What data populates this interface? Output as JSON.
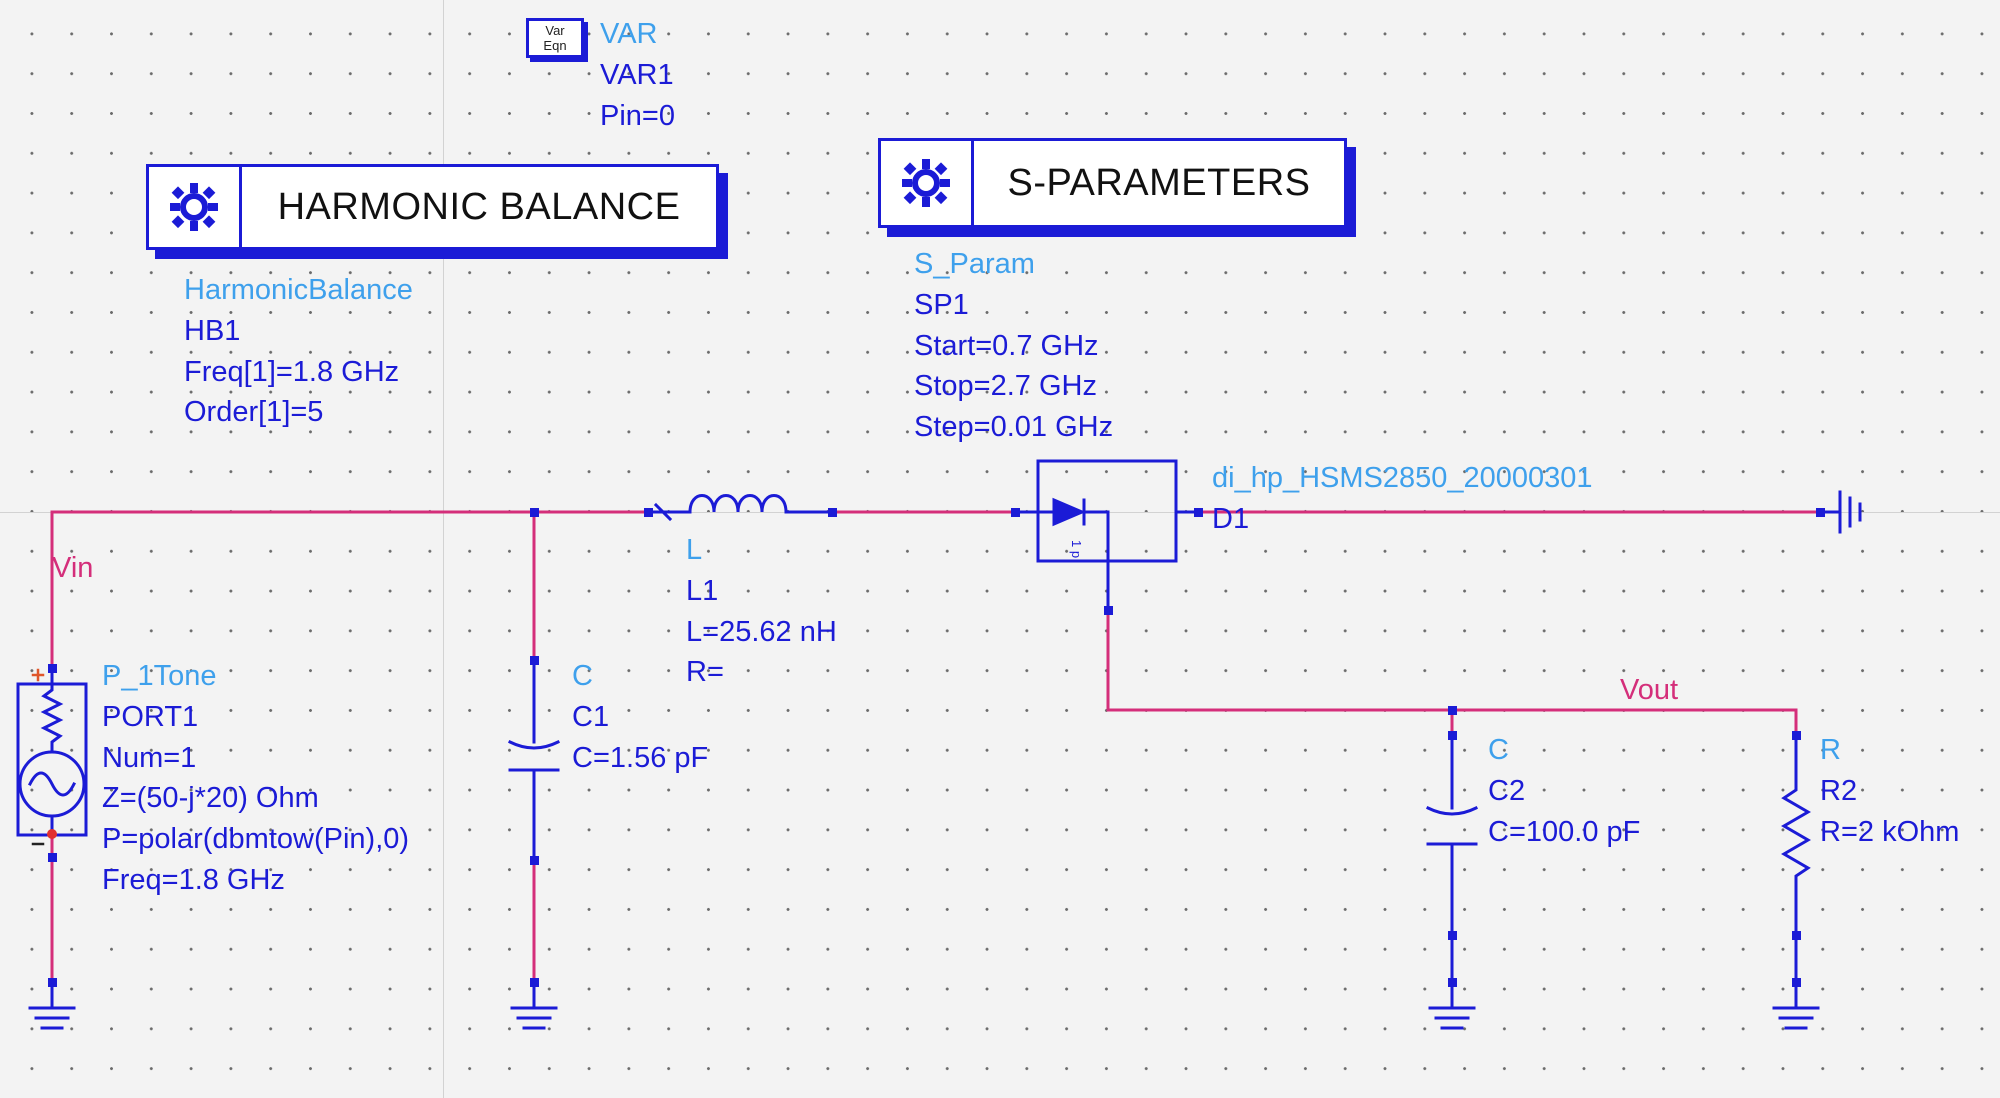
{
  "var_block": {
    "icon_line1": "Var",
    "icon_line2": "Eqn",
    "type": "VAR",
    "name": "VAR1",
    "param": "Pin=0"
  },
  "hb_block": {
    "title": "HARMONIC BALANCE",
    "type": "HarmonicBalance",
    "name": "HB1",
    "params": [
      "Freq[1]=1.8 GHz",
      "Order[1]=5"
    ]
  },
  "sp_block": {
    "title": "S-PARAMETERS",
    "type": "S_Param",
    "name": "SP1",
    "params": [
      "Start=0.7 GHz",
      "Stop=2.7 GHz",
      "Step=0.01 GHz"
    ]
  },
  "port": {
    "type": "P_1Tone",
    "name": "PORT1",
    "params": [
      "Num=1",
      "Z=(50-j*20) Ohm",
      "P=polar(dbmtow(Pin),0)",
      "Freq=1.8 GHz"
    ]
  },
  "c1": {
    "type": "C",
    "name": "C1",
    "value": "C=1.56 pF"
  },
  "l1": {
    "type": "L",
    "name": "L1",
    "value": "L=25.62 nH",
    "r": "R="
  },
  "diode": {
    "model": "di_hp_HSMS2850_20000301",
    "name": "D1"
  },
  "c2": {
    "type": "C",
    "name": "C2",
    "value": "C=100.0 pF"
  },
  "r2": {
    "type": "R",
    "name": "R2",
    "value": "R=2 kOhm"
  },
  "nets": {
    "vin": "Vin",
    "vout": "Vout"
  },
  "colors": {
    "wire": "#d42e7a",
    "component": "#1b1bd6",
    "label_type": "#3ea0ec",
    "background": "#f3f3f3"
  }
}
